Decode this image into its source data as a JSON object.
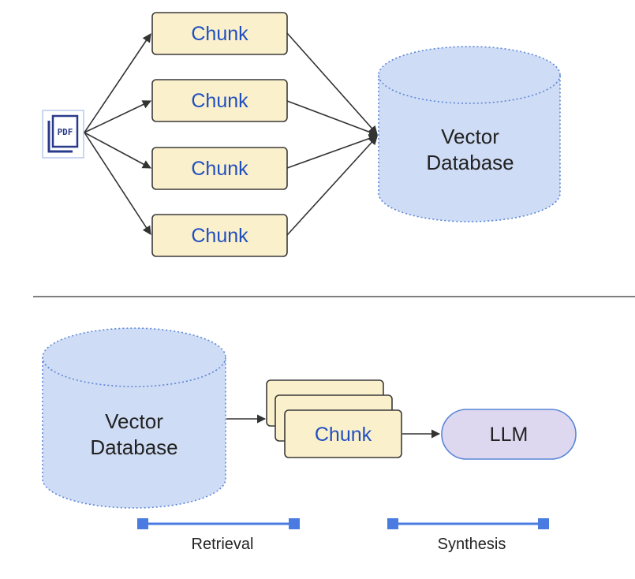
{
  "ingestion": {
    "document_icon": "pdf-document-icon",
    "document_icon_label": "PDF",
    "chunks": [
      "Chunk",
      "Chunk",
      "Chunk",
      "Chunk"
    ],
    "database": {
      "line1": "Vector",
      "line2": "Database"
    }
  },
  "query": {
    "database": {
      "line1": "Vector",
      "line2": "Database"
    },
    "chunk_stack_label": "Chunk",
    "llm_label": "LLM"
  },
  "phases": {
    "retrieval_label": "Retrieval",
    "synthesis_label": "Synthesis"
  },
  "colors": {
    "chunk_fill": "#fbf0cc",
    "chunk_text": "#1f4fbf",
    "database_fill": "#cfdcf5",
    "database_outline": "#5b86d6",
    "llm_fill": "#ddd8ef",
    "llm_outline": "#5b86d6",
    "phase_bar": "#4a7be0",
    "arrow": "#333333",
    "divider": "#555555"
  }
}
